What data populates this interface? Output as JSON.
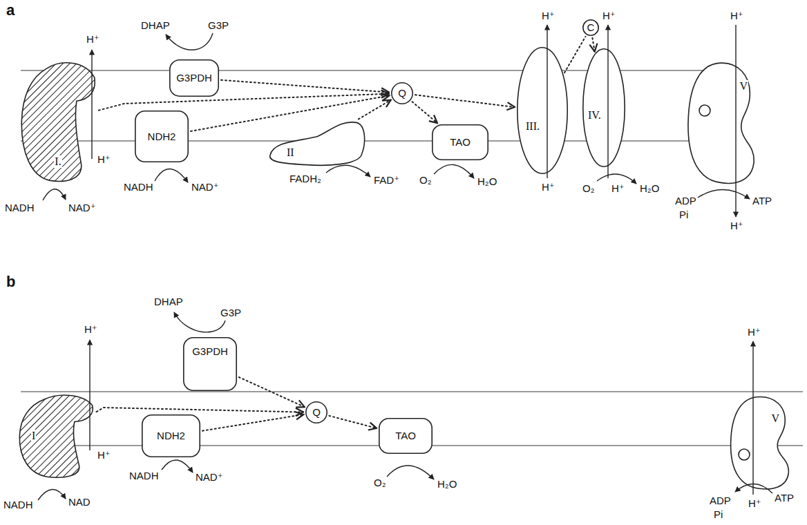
{
  "diagram": {
    "nodes": [
      {
        "text": [
          "I."
        ]
      },
      {
        "text": [
          "NDH2"
        ]
      },
      {
        "text": [
          "G3PDH"
        ]
      },
      {
        "text": [
          "II"
        ]
      },
      {
        "text": [
          "Q"
        ]
      },
      {
        "text": [
          "TAO"
        ]
      },
      {
        "text": [
          "III."
        ]
      },
      {
        "text": [
          "C"
        ]
      },
      {
        "text": [
          "IV."
        ]
      },
      {
        "text": [
          "V"
        ]
      },
      {
        "text": [
          "I"
        ]
      },
      {
        "text": [
          "G3PDH"
        ]
      },
      {
        "text": [
          "NDH2"
        ]
      },
      {
        "text": [
          "Q"
        ]
      },
      {
        "text": [
          "TAO"
        ]
      },
      {
        "text": [
          "V"
        ]
      }
    ],
    "edges": [
      {
        "from": 0,
        "to": 4,
        "arrow": "to"
      },
      {
        "from": 1,
        "to": 4,
        "arrow": "to"
      },
      {
        "from": 2,
        "to": 4,
        "arrow": "to"
      },
      {
        "from": 3,
        "to": 4,
        "arrow": "to"
      },
      {
        "from": 4,
        "to": 5,
        "arrow": "to"
      },
      {
        "from": 4,
        "to": 6,
        "arrow": "to"
      },
      {
        "from": 6,
        "to": 7,
        "arrow": "none"
      },
      {
        "from": 7,
        "to": 8,
        "arrow": "to"
      },
      {
        "from": 10,
        "to": 13,
        "arrow": "to"
      },
      {
        "from": 12,
        "to": 13,
        "arrow": "to"
      },
      {
        "from": 11,
        "to": 13,
        "arrow": "to"
      },
      {
        "from": 13,
        "to": 14,
        "arrow": "to"
      }
    ],
    "labels": [
      "a",
      "DHAP",
      "G3P",
      "H⁺",
      "H⁺",
      "NADH",
      "NAD⁺",
      "NADH",
      "NAD⁺",
      "FADH₂",
      "FAD⁺",
      "O₂",
      "H₂O",
      "H⁺",
      "H⁺",
      "H⁺",
      "O₂",
      "H⁺",
      "H₂O",
      "H⁺",
      "ADP",
      "Pi",
      "ATP",
      "H⁺",
      "b",
      "DHAP",
      "G3P",
      "H⁺",
      "H⁺",
      "NADH",
      "NAD",
      "NADH",
      "NAD⁺",
      "O₂",
      "H₂O",
      "H⁺",
      "ADP",
      "H⁺",
      "ATP",
      "Pi"
    ]
  }
}
